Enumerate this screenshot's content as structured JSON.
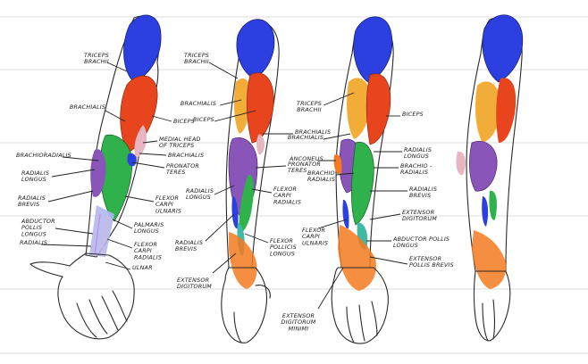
{
  "colors": {
    "deltoid": "#2c3fe0",
    "biceps": "#e8451f",
    "triceps": "#f2ad38",
    "forearm_purple": "#8a55b8",
    "forearm_green": "#2fb24c",
    "lavender": "#b3b7f0",
    "orange_tendon": "#f37a20",
    "teal": "#3fb8a6",
    "skin": "#ffffff",
    "pink": "#e8b5c2"
  },
  "figures": [
    {
      "name": "arm-1",
      "labels": {
        "triceps_brachii": [
          "TRICEPS",
          "BRACHII"
        ],
        "brachialis": [
          "BRACHIALIS"
        ],
        "biceps": [
          "BICEPS"
        ],
        "medial_head": [
          "MEDIAL HEAD",
          "OF TRICEPS"
        ],
        "brachialis_2": [
          "BRACHIALIS"
        ],
        "pronator_teres": [
          "PRONATOR",
          "TERES"
        ],
        "brachioradialis": [
          "BRACHIORADIALIS"
        ],
        "radialis_longus": [
          "RADIALIS",
          "LONGUS"
        ],
        "radialis_brevis": [
          "RADIALIS",
          "BREVIS"
        ],
        "flexor_carpi_ulnaris": [
          "FLEXOR",
          "CARPI",
          "ULNARIS"
        ],
        "palmaris_longus": [
          "PALMARIS",
          "LONGUS"
        ],
        "abductor_pollicis_longus": [
          "ABDUCTOR",
          "POLLIS",
          "LONGUS"
        ],
        "flexor_carpi_radialis": [
          "FLEXOR",
          "CARPI",
          "RADIALIS"
        ],
        "radialis": [
          "RADIALIS"
        ],
        "ulnar": [
          "ULNAR"
        ]
      }
    },
    {
      "name": "arm-2",
      "labels": {
        "triceps_brachii": [
          "TRICEPS",
          "BRACHII"
        ],
        "brachialis": [
          "BRACHIALIS"
        ],
        "biceps": [
          "BICEPS"
        ],
        "brachialis_2": [
          "BRACHIALIS"
        ],
        "pronator_teres": [
          "PRONATOR",
          "TERES"
        ],
        "radialis_longus": [
          "RADIALIS",
          "LONGUS"
        ],
        "flexor_carpi_radialis": [
          "FLEXOR",
          "CARPI",
          "RADIALIS"
        ],
        "radialis_brevis": [
          "RADIALIS",
          "BREVIS"
        ],
        "flexor_pollicis_longus": [
          "FLEXOR",
          "POLLICIS",
          "LONGUS"
        ],
        "extensor_digitorum": [
          "EXTENSOR",
          "DIGITORUM"
        ]
      }
    },
    {
      "name": "arm-3",
      "labels": {
        "triceps_brachii": [
          "TRICEPS",
          "BRACHII"
        ],
        "biceps": [
          "BICEPS"
        ],
        "brachialis": [
          "BRACHIALIS"
        ],
        "radialis_longus": [
          "RADIALIS",
          "LONGUS"
        ],
        "anconeus": [
          "ANCONEUS"
        ],
        "brachio_radialis": [
          "BRACHIO -",
          "RADIALIS"
        ],
        "brachio_radialis_2": [
          "BRACHIO -",
          "RADIALIS"
        ],
        "radialis_brevis": [
          "RADIALIS",
          "BREVIS"
        ],
        "flexor_carpi_ulnaris": [
          "FLEXOR",
          "CARPI",
          "ULNARIS"
        ],
        "extensor_digitorum": [
          "EXTENSOR",
          "DIGITORUM"
        ],
        "abductor_pollicis_longus": [
          "ABDUCTOR POLLIS",
          "LONGUS"
        ],
        "extensor_pollicis_brevis": [
          "EXTENSOR",
          "POLLIS BREVIS"
        ],
        "extensor_digitorum_minimi": [
          "EXTENSOR",
          "DIGITORUM",
          "MINIMI"
        ]
      }
    },
    {
      "name": "arm-4",
      "labels": {}
    }
  ]
}
